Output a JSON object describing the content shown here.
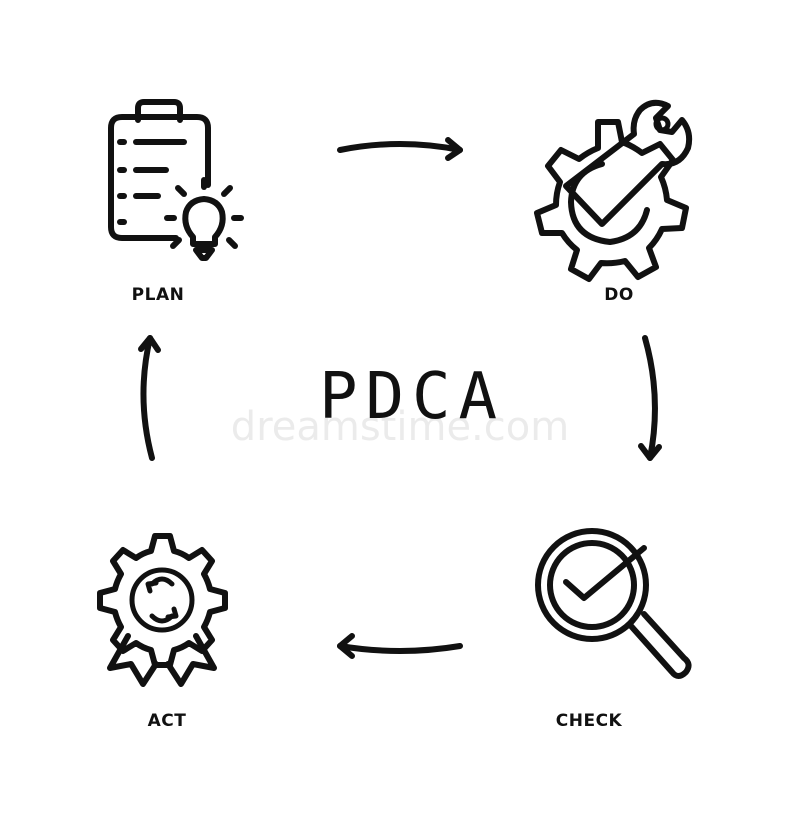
{
  "diagram": {
    "title": "PDCA",
    "steps": [
      {
        "label": "PLAN",
        "icon": "clipboard-lightbulb-icon"
      },
      {
        "label": "DO",
        "icon": "gear-wrench-icon"
      },
      {
        "label": "CHECK",
        "icon": "magnifier-checkmark-icon"
      },
      {
        "label": "ACT",
        "icon": "gear-award-badge-icon"
      }
    ],
    "watermark": "dreamstime.com",
    "colors": {
      "stroke": "#111111",
      "background": "#ffffff",
      "watermark": "#d8d8d8"
    }
  }
}
